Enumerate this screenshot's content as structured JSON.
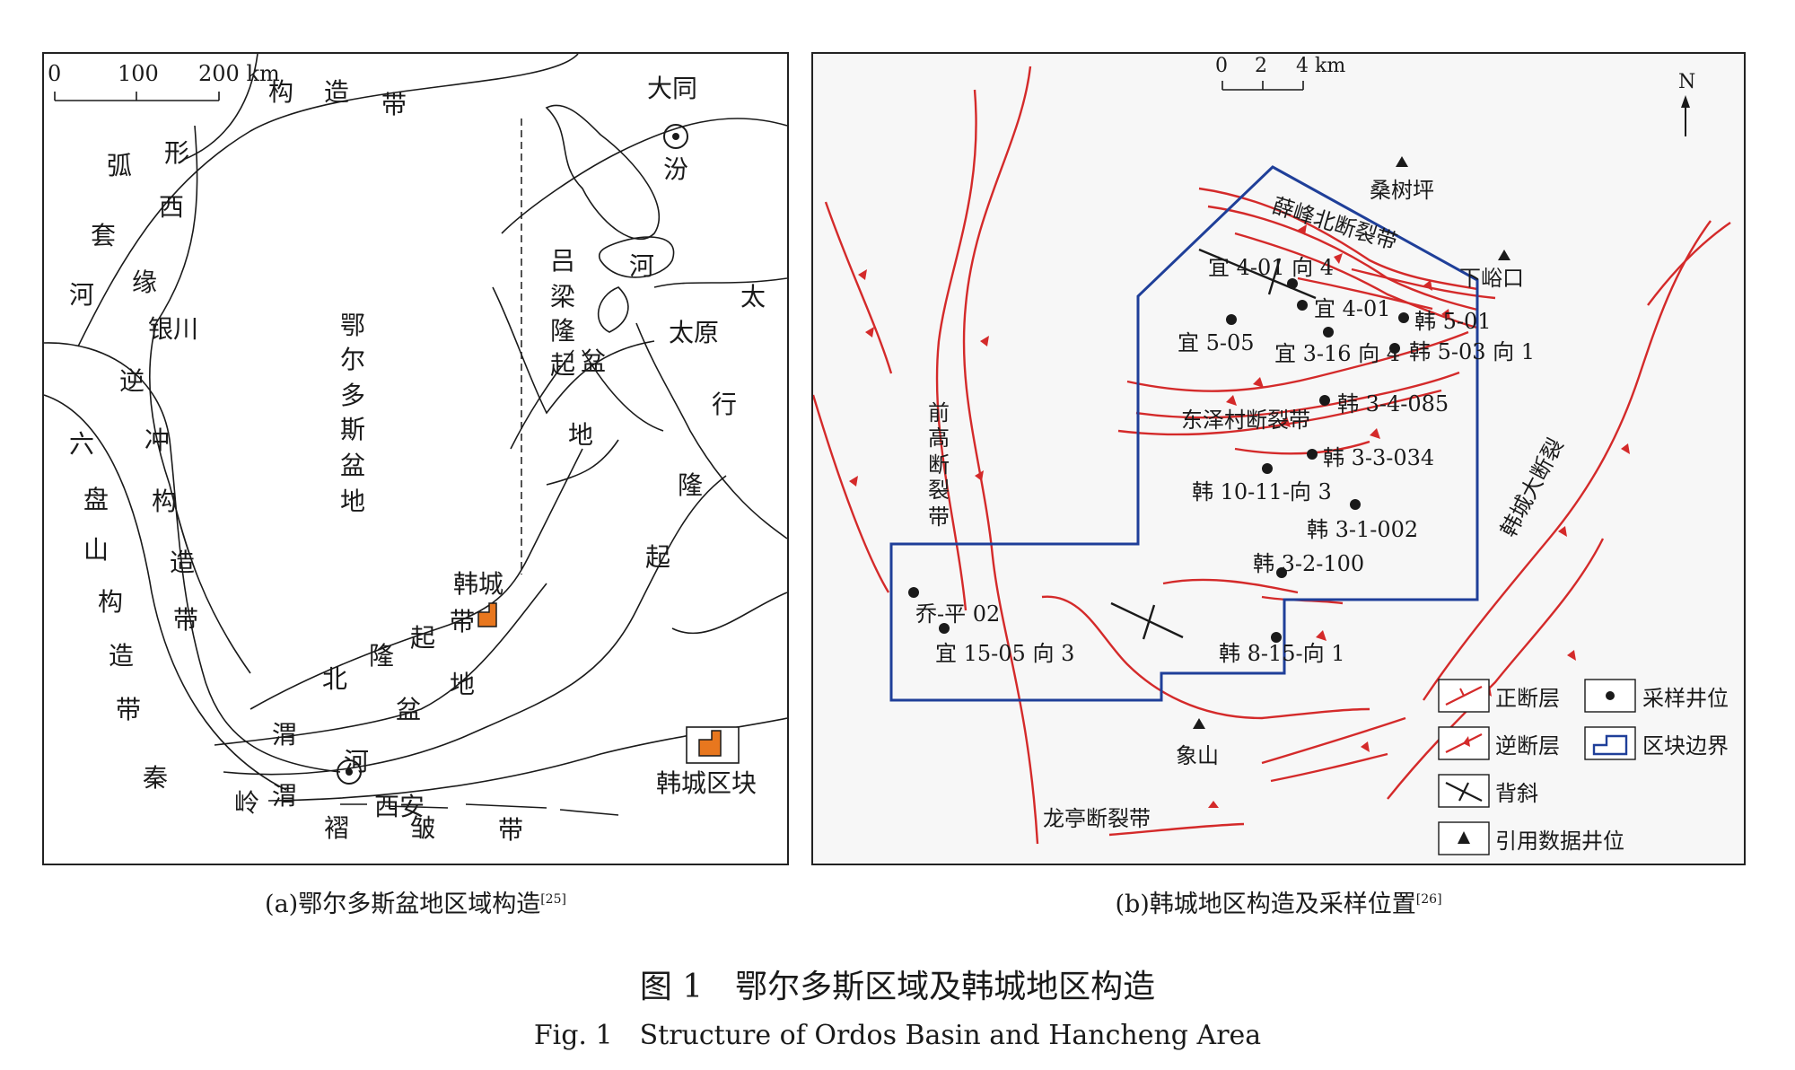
{
  "panel_a": {
    "scale_bar": {
      "ticks": [
        "0",
        "100",
        "200 km"
      ]
    },
    "labels": {
      "arc_belt": [
        "形",
        "构",
        "造",
        "带"
      ],
      "west_edge_left": [
        "河",
        "套",
        "弧"
      ],
      "west_edge_right": [
        "西",
        "缘",
        "银川",
        "逆",
        "冲",
        "构",
        "造",
        "带"
      ],
      "liupanshan": [
        "六",
        "盘",
        "山",
        "构",
        "造",
        "带"
      ],
      "ordos_basin": [
        "鄂",
        "尔",
        "多",
        "斯",
        "盆",
        "地"
      ],
      "lvliang": [
        "吕",
        "梁",
        "隆",
        "起"
      ],
      "datong": "大同",
      "fen": "汾",
      "he": "河",
      "pen": "盆",
      "di": "地",
      "taiyuan": "太原",
      "taihang": [
        "太",
        "行",
        "隆",
        "起"
      ],
      "hancheng": "韩城",
      "weibei": [
        "渭",
        "北",
        "隆",
        "起",
        "带"
      ],
      "weihe": [
        "渭",
        "河",
        "盆",
        "地"
      ],
      "xian": "西安",
      "qinling": [
        "秦",
        "岭",
        "褶",
        "皱",
        "带"
      ],
      "legend_block": "韩城区块"
    }
  },
  "panel_b": {
    "scale_bar": {
      "ticks": [
        "0",
        "2",
        "4 km"
      ]
    },
    "north": "N",
    "places": {
      "sangshuping": "桑树坪",
      "xiayukou": "下峪口",
      "xiangshan": "象山"
    },
    "fault_zones": {
      "xuefeng": "薛峰北断裂带",
      "dongzecun": "东泽村断裂带",
      "qiangao": [
        "前",
        "高",
        "断",
        "裂",
        "带"
      ],
      "hancheng_fault": "韩城大断裂",
      "longting": "龙亭断裂带"
    },
    "wells": [
      "宜 4-01 向 4",
      "宜 4-01",
      "韩 5-01",
      "宜 5-05",
      "宜 3-16 向 4",
      "韩 5-03 向 1",
      "韩 3-4-085",
      "韩 3-3-034",
      "韩 10-11-向 3",
      "韩 3-1-002",
      "韩 3-2-100",
      "乔-平 02",
      "宜 15-05 向 3",
      "韩 8-15-向 1"
    ],
    "legend": {
      "normal_fault": "正断层",
      "sample_well": "采样井位",
      "reverse_fault": "逆断层",
      "block_boundary": "区块边界",
      "anticline": "背斜",
      "cited_well": "引用数据井位"
    }
  },
  "captions": {
    "a": "(a)鄂尔多斯盆地区域构造",
    "a_ref": "[25]",
    "b": "(b)韩城地区构造及采样位置",
    "b_ref": "[26]"
  },
  "figure_title_cn": "图 1　鄂尔多斯区域及韩城地区构造",
  "figure_title_en": "Fig. 1　Structure of Ordos Basin and Hancheng Area",
  "colors": {
    "fault": "#d42a2a",
    "boundary": "#1f3f99",
    "block_fill": "#e8771e"
  }
}
